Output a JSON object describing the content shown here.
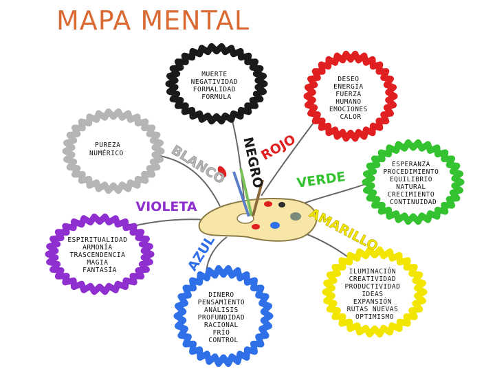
{
  "title": "MAPA MENTAL",
  "colors": {
    "title": "#d96a33",
    "negro": "#1a1a1a",
    "rojo": "#e02020",
    "blanco": "#b5b5b5",
    "verde": "#35c230",
    "violeta": "#8f2fcf",
    "amarillo": "#f2e600",
    "azul": "#2f6fe8"
  },
  "center": {
    "label": "palette-with-brushes"
  },
  "clouds": [
    {
      "id": "negro",
      "lines": [
        "MUERTE",
        "NEGATIVIDAD",
        "FORMALIDAD",
        "FORMULA"
      ]
    },
    {
      "id": "rojo",
      "lines": [
        "DESEO",
        "ENERGÍA",
        "FUERZA",
        "HUMANO",
        "EMOCIONES",
        "CALOR"
      ]
    },
    {
      "id": "blanco",
      "lines": [
        "PUREZA",
        "NUMÉRICO"
      ]
    },
    {
      "id": "verde",
      "lines": [
        "ESPERANZA",
        "PROCEDIMIENTO",
        "EQUILIBRIO",
        "NATURAL",
        "CRECIMIENTO",
        "CONTINUIDAD"
      ]
    },
    {
      "id": "violeta",
      "lines": [
        "ESPIRITUALIDAD",
        "ARMONÍA",
        "TRASCENDENCIA",
        "MAGIA",
        "FANTASÍA"
      ]
    },
    {
      "id": "amarillo",
      "lines": [
        "ILUMINACIÓN",
        "CREATIVIDAD",
        "PRODUCTIVIDAD",
        "IDEAS",
        "EXPANSIÓN",
        "RUTAS NUEVAS",
        "OPTIMISMO"
      ]
    },
    {
      "id": "azul",
      "lines": [
        "DINERO",
        "PENSAMIENTO",
        "ANÁLISIS",
        "PROFUNDIDAD",
        "RACIONAL",
        "FRÍO",
        "CONTROL"
      ]
    }
  ],
  "branch_labels": {
    "negro": "NEGRO",
    "rojo": "ROJO",
    "blanco": "BLANCO",
    "verde": "VERDE",
    "violeta": "VIOLETA",
    "amarillo": "AMARILLO",
    "azul": "AZUL"
  }
}
